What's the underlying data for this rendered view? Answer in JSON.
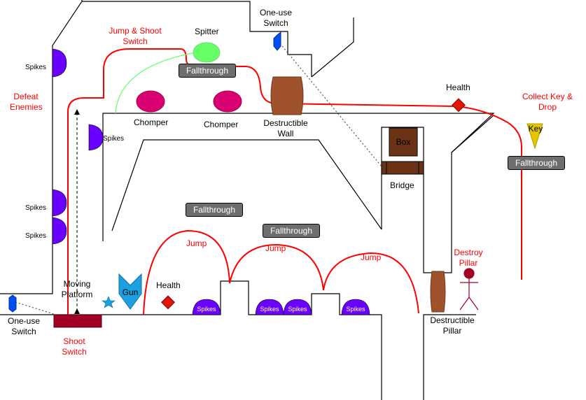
{
  "labels": {
    "spikes": "Spikes",
    "defeat_enemies": "Defeat Enemies",
    "jump_shoot_switch": "Jump & Shoot Switch",
    "spitter": "Spitter",
    "fallthrough": "Fallthrough",
    "one_use_switch": "One-use Switch",
    "destructible_wall": "Destructible Wall",
    "chomper": "Chomper",
    "health": "Health",
    "collect_key": "Collect Key & Drop",
    "key": "Key",
    "box": "Box",
    "bridge": "Bridge",
    "jump": "Jump",
    "destroy_pillar": "Destroy Pillar",
    "destructible_pillar": "Destructible Pillar",
    "moving_platform": "Moving Platform",
    "gun": "Gun",
    "shoot_switch": "Shoot Switch"
  },
  "colors": {
    "path": "#ff0000",
    "spikes": "#6a00ff",
    "chomper": "#d80073",
    "spitter": "#66ff66",
    "wood": "#a0522d",
    "bridge": "#6b3315",
    "health": "#e51400",
    "key": "#e3c800",
    "gun": "#1ba1e2",
    "switch": "#0050ef",
    "moving_platform": "#a20025",
    "fallthrough": "#6e6e6e",
    "pillar_enemy": "#a20025"
  }
}
